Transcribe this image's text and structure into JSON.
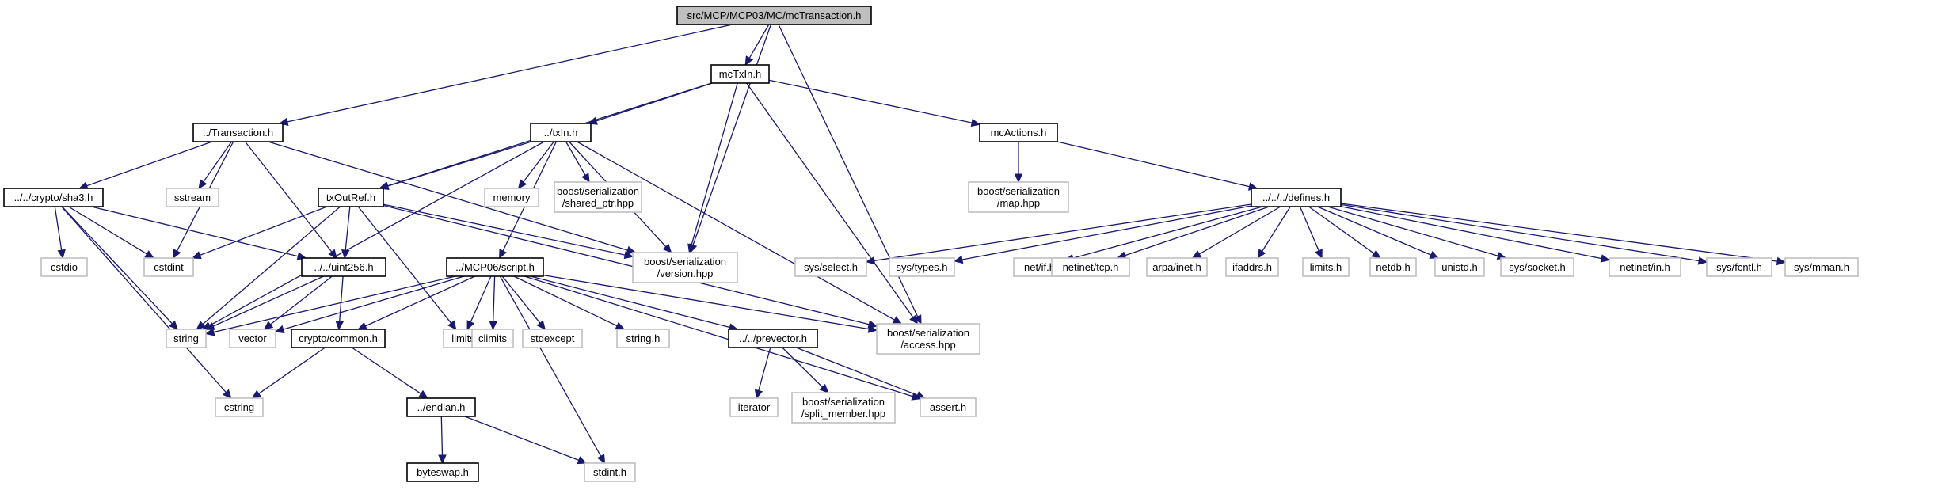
{
  "nodes": [
    {
      "id": "root",
      "lines": [
        "src/MCP/MCP03/MC/mcTransaction.h"
      ],
      "style": "hl"
    },
    {
      "id": "mctxin",
      "lines": [
        "mcTxIn.h"
      ],
      "style": "doc"
    },
    {
      "id": "transaction",
      "lines": [
        "../Transaction.h"
      ],
      "style": "doc"
    },
    {
      "id": "txin",
      "lines": [
        "../txIn.h"
      ],
      "style": "doc"
    },
    {
      "id": "mcactions",
      "lines": [
        "mcActions.h"
      ],
      "style": "doc"
    },
    {
      "id": "sha3",
      "lines": [
        "../../crypto/sha3.h"
      ],
      "style": "doc"
    },
    {
      "id": "sstream",
      "lines": [
        "sstream"
      ],
      "style": "ext"
    },
    {
      "id": "txoutref",
      "lines": [
        "txOutRef.h"
      ],
      "style": "doc"
    },
    {
      "id": "memory",
      "lines": [
        "memory"
      ],
      "style": "ext"
    },
    {
      "id": "shared_ptr",
      "lines": [
        "boost/serialization",
        "/shared_ptr.hpp"
      ],
      "style": "ext"
    },
    {
      "id": "map",
      "lines": [
        "boost/serialization",
        "/map.hpp"
      ],
      "style": "ext"
    },
    {
      "id": "defines",
      "lines": [
        "../../../defines.h"
      ],
      "style": "doc"
    },
    {
      "id": "cstdio",
      "lines": [
        "cstdio"
      ],
      "style": "ext"
    },
    {
      "id": "cstdint",
      "lines": [
        "cstdint"
      ],
      "style": "ext"
    },
    {
      "id": "version",
      "lines": [
        "boost/serialization",
        "/version.hpp"
      ],
      "style": "ext"
    },
    {
      "id": "uint256",
      "lines": [
        "../../uint256.h"
      ],
      "style": "doc"
    },
    {
      "id": "script",
      "lines": [
        "../MCP06/script.h"
      ],
      "style": "doc"
    },
    {
      "id": "sysselect",
      "lines": [
        "sys/select.h"
      ],
      "style": "ext"
    },
    {
      "id": "systypes",
      "lines": [
        "sys/types.h"
      ],
      "style": "ext"
    },
    {
      "id": "netif",
      "lines": [
        "net/if.h"
      ],
      "style": "ext"
    },
    {
      "id": "netinettcp",
      "lines": [
        "netinet/tcp.h"
      ],
      "style": "ext"
    },
    {
      "id": "arpainet",
      "lines": [
        "arpa/inet.h"
      ],
      "style": "ext"
    },
    {
      "id": "ifaddrs",
      "lines": [
        "ifaddrs.h"
      ],
      "style": "ext"
    },
    {
      "id": "limitsh",
      "lines": [
        "limits.h"
      ],
      "style": "ext"
    },
    {
      "id": "netdb",
      "lines": [
        "netdb.h"
      ],
      "style": "ext"
    },
    {
      "id": "unistd",
      "lines": [
        "unistd.h"
      ],
      "style": "ext"
    },
    {
      "id": "syssocket",
      "lines": [
        "sys/socket.h"
      ],
      "style": "ext"
    },
    {
      "id": "netinetin",
      "lines": [
        "netinet/in.h"
      ],
      "style": "ext"
    },
    {
      "id": "sysfcntl",
      "lines": [
        "sys/fcntl.h"
      ],
      "style": "ext"
    },
    {
      "id": "sysmman",
      "lines": [
        "sys/mman.h"
      ],
      "style": "ext"
    },
    {
      "id": "string",
      "lines": [
        "string"
      ],
      "style": "ext"
    },
    {
      "id": "vector",
      "lines": [
        "vector"
      ],
      "style": "ext"
    },
    {
      "id": "common",
      "lines": [
        "crypto/common.h"
      ],
      "style": "doc"
    },
    {
      "id": "limits",
      "lines": [
        "limits"
      ],
      "style": "ext"
    },
    {
      "id": "climits",
      "lines": [
        "climits"
      ],
      "style": "ext"
    },
    {
      "id": "stdexcept",
      "lines": [
        "stdexcept"
      ],
      "style": "ext"
    },
    {
      "id": "stringh",
      "lines": [
        "string.h"
      ],
      "style": "ext"
    },
    {
      "id": "prevector",
      "lines": [
        "../../prevector.h"
      ],
      "style": "doc"
    },
    {
      "id": "access",
      "lines": [
        "boost/serialization",
        "/access.hpp"
      ],
      "style": "ext"
    },
    {
      "id": "cstring",
      "lines": [
        "cstring"
      ],
      "style": "ext"
    },
    {
      "id": "endian",
      "lines": [
        "../endian.h"
      ],
      "style": "doc"
    },
    {
      "id": "iterator",
      "lines": [
        "iterator"
      ],
      "style": "ext"
    },
    {
      "id": "split_member",
      "lines": [
        "boost/serialization",
        "/split_member.hpp"
      ],
      "style": "ext"
    },
    {
      "id": "asserth",
      "lines": [
        "assert.h"
      ],
      "style": "ext"
    },
    {
      "id": "byteswap",
      "lines": [
        "byteswap.h"
      ],
      "style": "doc"
    },
    {
      "id": "stdinth",
      "lines": [
        "stdint.h"
      ],
      "style": "ext"
    }
  ],
  "edges": [
    [
      "root",
      "mctxin"
    ],
    [
      "root",
      "transaction"
    ],
    [
      "root",
      "version"
    ],
    [
      "root",
      "access"
    ],
    [
      "mctxin",
      "txin"
    ],
    [
      "mctxin",
      "mcactions"
    ],
    [
      "mctxin",
      "txoutref"
    ],
    [
      "mctxin",
      "version"
    ],
    [
      "mctxin",
      "access"
    ],
    [
      "transaction",
      "sha3"
    ],
    [
      "transaction",
      "sstream"
    ],
    [
      "transaction",
      "cstdint"
    ],
    [
      "transaction",
      "uint256"
    ],
    [
      "transaction",
      "version"
    ],
    [
      "txin",
      "txoutref"
    ],
    [
      "txin",
      "memory"
    ],
    [
      "txin",
      "shared_ptr"
    ],
    [
      "txin",
      "string"
    ],
    [
      "txin",
      "script"
    ],
    [
      "txin",
      "version"
    ],
    [
      "txin",
      "access"
    ],
    [
      "mcactions",
      "map"
    ],
    [
      "mcactions",
      "defines"
    ],
    [
      "defines",
      "sysselect"
    ],
    [
      "defines",
      "systypes"
    ],
    [
      "defines",
      "netif"
    ],
    [
      "defines",
      "netinettcp"
    ],
    [
      "defines",
      "arpainet"
    ],
    [
      "defines",
      "ifaddrs"
    ],
    [
      "defines",
      "limitsh"
    ],
    [
      "defines",
      "netdb"
    ],
    [
      "defines",
      "unistd"
    ],
    [
      "defines",
      "syssocket"
    ],
    [
      "defines",
      "netinetin"
    ],
    [
      "defines",
      "sysfcntl"
    ],
    [
      "defines",
      "sysmman"
    ],
    [
      "sha3",
      "cstdio"
    ],
    [
      "sha3",
      "cstdint"
    ],
    [
      "sha3",
      "string"
    ],
    [
      "sha3",
      "uint256"
    ],
    [
      "sha3",
      "cstring"
    ],
    [
      "txoutref",
      "cstdint"
    ],
    [
      "txoutref",
      "uint256"
    ],
    [
      "txoutref",
      "string"
    ],
    [
      "txoutref",
      "limits"
    ],
    [
      "txoutref",
      "version"
    ],
    [
      "txoutref",
      "access"
    ],
    [
      "uint256",
      "string"
    ],
    [
      "uint256",
      "vector"
    ],
    [
      "uint256",
      "common"
    ],
    [
      "script",
      "string"
    ],
    [
      "script",
      "vector"
    ],
    [
      "script",
      "common"
    ],
    [
      "script",
      "limits"
    ],
    [
      "script",
      "climits"
    ],
    [
      "script",
      "stdexcept"
    ],
    [
      "script",
      "stringh"
    ],
    [
      "script",
      "prevector"
    ],
    [
      "script",
      "stdinth"
    ],
    [
      "script",
      "asserth"
    ],
    [
      "script",
      "access"
    ],
    [
      "common",
      "cstring"
    ],
    [
      "common",
      "endian"
    ],
    [
      "endian",
      "byteswap"
    ],
    [
      "endian",
      "stdinth"
    ],
    [
      "prevector",
      "iterator"
    ],
    [
      "prevector",
      "split_member"
    ],
    [
      "prevector",
      "asserth"
    ]
  ]
}
